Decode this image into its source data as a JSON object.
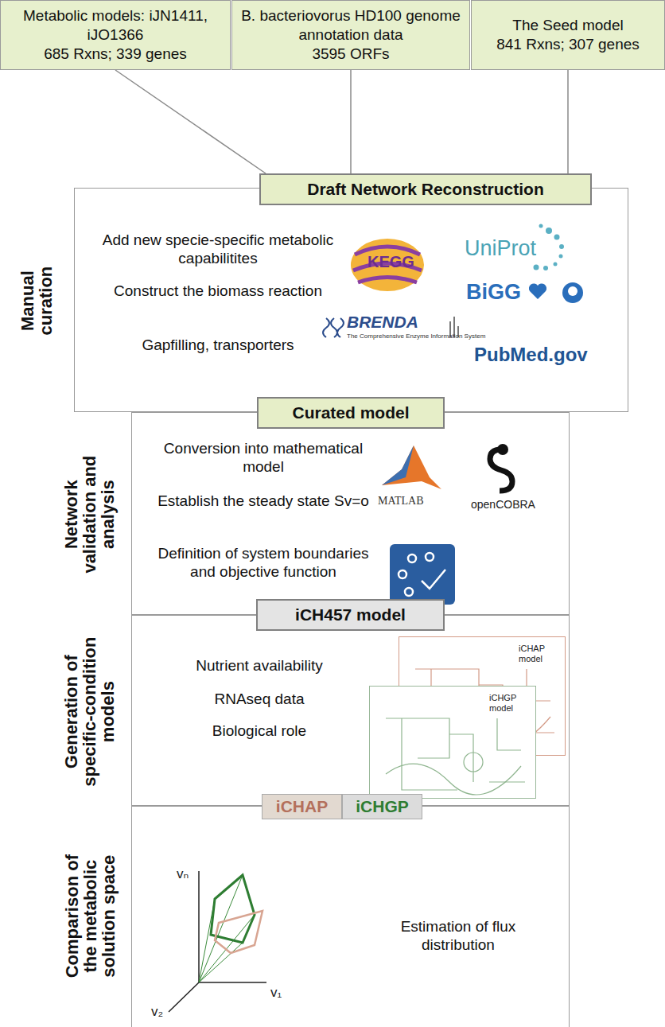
{
  "diagram": {
    "nodes": [
      {
        "text": [
          "Metabolic models: iJN1411, iJO1366",
          "685 Rxns; 339 genes"
        ]
      },
      {
        "text": [
          "B. bacteriovorus HD100 genome annotation data",
          "3595 ORFs"
        ]
      },
      {
        "text": [
          "The Seed model",
          "841 Rxns; 307 genes"
        ]
      },
      {
        "text": [
          "Manual curation",
          "Add new specie-specific metabolic capabilitites",
          "Construct the biomass reaction",
          "Gapfilling, transporters"
        ]
      },
      {
        "text": [
          "Draft Network Reconstruction"
        ],
        "in": 3
      },
      {
        "text": [
          "Curated model"
        ]
      },
      {
        "text": [
          "Network validation and analysis",
          "Conversion into mathematical model",
          "Establish the steady state Sv=o",
          "Definition of system boundaries and objective function"
        ]
      },
      {
        "text": [
          "iCH457 model"
        ]
      },
      {
        "text": [
          "Generation of specific-condition models",
          "Nutrient availability",
          "RNAseq data",
          "Biological role"
        ]
      },
      {
        "text": [
          "iCHAP model"
        ],
        "in": 8
      },
      {
        "text": [
          "iCHGP model"
        ],
        "in": 8
      },
      {
        "text": [
          "Comparison of the metabolic solution space",
          "Estimation of flux distribution"
        ]
      },
      {
        "text": [
          "iCHAP"
        ],
        "in": 11
      },
      {
        "text": [
          "iCHGP"
        ],
        "in": 11
      }
    ],
    "edges": [
      {
        "from": 0,
        "to": 4,
        "arrow": "none"
      },
      {
        "from": 1,
        "to": 4,
        "arrow": "none"
      },
      {
        "from": 2,
        "to": 4,
        "arrow": "none"
      }
    ],
    "labels": [
      "KEGG",
      "UniProt",
      "BiGG",
      "BRENDA",
      "The Comprehensive Enzyme Information System",
      "PubMed.gov",
      "MATLAB",
      "openCOBRA",
      "vₙ",
      "v₁",
      "v₂"
    ]
  }
}
